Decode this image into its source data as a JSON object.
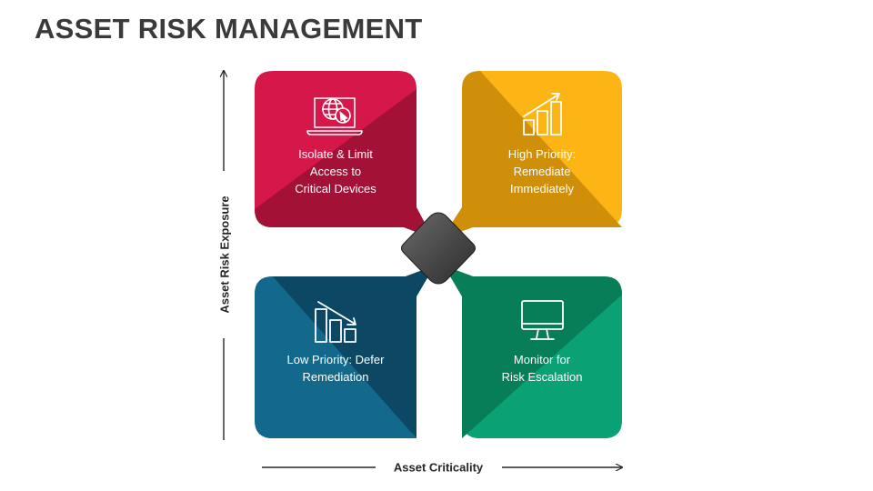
{
  "title": "ASSET RISK MANAGEMENT",
  "axes": {
    "y_label": "Asset Risk Exposure",
    "x_label": "Asset Criticality"
  },
  "quadrants": {
    "top_left": {
      "text": "Isolate & Limit\nAccess to\nCritical Devices",
      "icon": "globe-laptop-icon",
      "color": "#d5174a"
    },
    "top_right": {
      "text": "High Priority:\nRemediate\nImmediately",
      "icon": "bar-chart-growth-icon",
      "color": "#fdb515"
    },
    "bottom_left": {
      "text": "Low Priority: Defer\nRemediation",
      "icon": "bar-chart-decline-icon",
      "color": "#0f5c7c"
    },
    "bottom_right": {
      "text": "Monitor for\nRisk Escalation",
      "icon": "monitor-icon",
      "color": "#079a6a"
    }
  }
}
